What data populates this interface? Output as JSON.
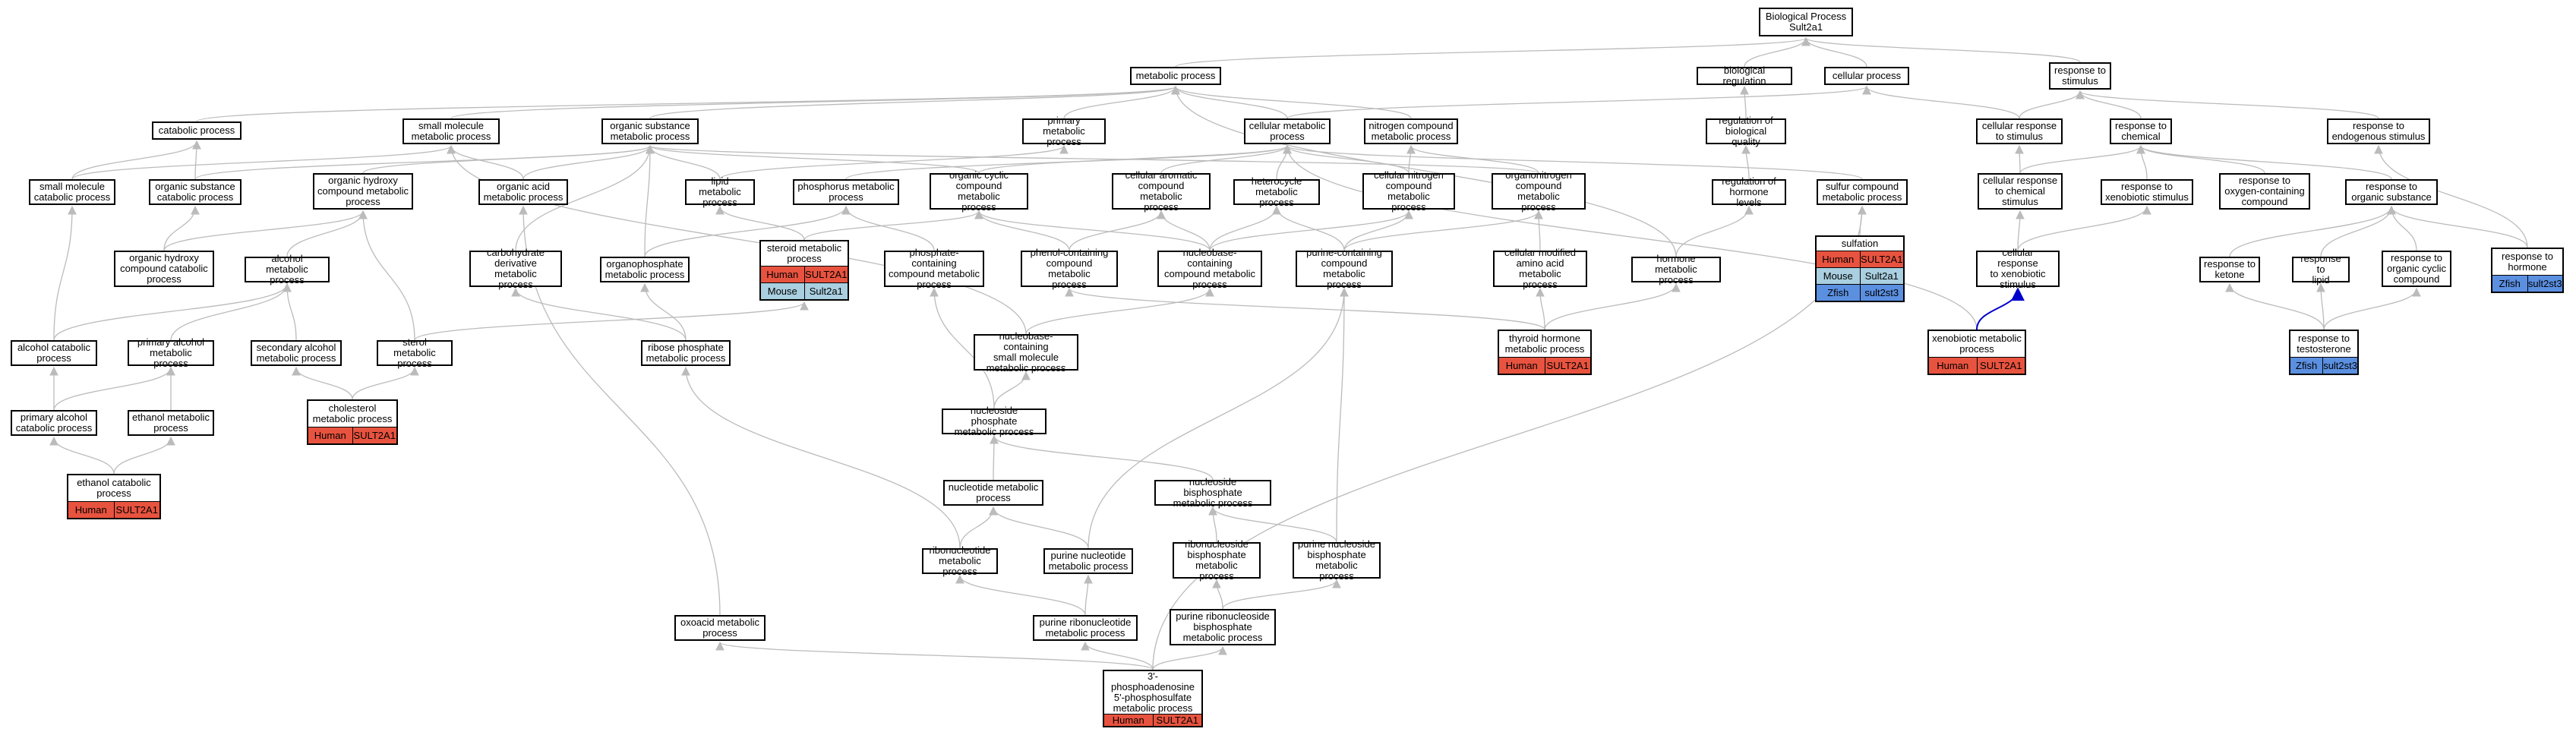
{
  "species_colors": {
    "Human": "#e8533f",
    "Mouse": "#a9cfe0",
    "Zfish": "#5b8fe0"
  },
  "edge_color": "#bbbbbb",
  "highlight_edge_color": "#0000cc",
  "nodes": [
    {
      "id": "bp",
      "label": "Biological Process\nSult2a1"
    },
    {
      "id": "metabolic",
      "label": "metabolic process"
    },
    {
      "id": "bioreg",
      "label": "biological regulation"
    },
    {
      "id": "cellular",
      "label": "cellular process"
    },
    {
      "id": "respstim",
      "label": "response to\nstimulus"
    },
    {
      "id": "catabolic",
      "label": "catabolic process"
    },
    {
      "id": "smallmol",
      "label": "small molecule\nmetabolic process"
    },
    {
      "id": "organsub",
      "label": "organic substance\nmetabolic process"
    },
    {
      "id": "primary",
      "label": "primary metabolic\nprocess"
    },
    {
      "id": "cellmet",
      "label": "cellular metabolic\nprocess"
    },
    {
      "id": "nitrogen",
      "label": "nitrogen compound\nmetabolic process"
    },
    {
      "id": "regbioq",
      "label": "regulation of\nbiological quality"
    },
    {
      "id": "cellresp",
      "label": "cellular response\nto stimulus"
    },
    {
      "id": "respchem",
      "label": "response to\nchemical"
    },
    {
      "id": "respendo",
      "label": "response to\nendogenous stimulus"
    },
    {
      "id": "smcat",
      "label": "small molecule\ncatabolic process"
    },
    {
      "id": "oscat",
      "label": "organic substance\ncatabolic process"
    },
    {
      "id": "orghydroxy",
      "label": "organic hydroxy\ncompound metabolic\nprocess"
    },
    {
      "id": "orgacid",
      "label": "organic acid\nmetabolic process"
    },
    {
      "id": "lipid",
      "label": "lipid metabolic\nprocess"
    },
    {
      "id": "phosphorus",
      "label": "phosphorus metabolic\nprocess"
    },
    {
      "id": "orgcyclic",
      "label": "organic cyclic\ncompound metabolic\nprocess"
    },
    {
      "id": "cellarom",
      "label": "cellular aromatic\ncompound metabolic\nprocess"
    },
    {
      "id": "heterocycle",
      "label": "heterocycle\nmetabolic process"
    },
    {
      "id": "cellnitro",
      "label": "cellular nitrogen\ncompound metabolic\nprocess"
    },
    {
      "id": "organonitro",
      "label": "organonitrogen\ncompound metabolic\nprocess"
    },
    {
      "id": "reghormone",
      "label": "regulation of\nhormone levels"
    },
    {
      "id": "sulfur",
      "label": "sulfur compound\nmetabolic process"
    },
    {
      "id": "cellrespchem",
      "label": "cellular response\nto chemical\nstimulus"
    },
    {
      "id": "respxeno",
      "label": "response to\nxenobiotic stimulus"
    },
    {
      "id": "respoxy",
      "label": "response to\noxygen-containing\ncompound"
    },
    {
      "id": "resporg",
      "label": "response to\norganic substance"
    },
    {
      "id": "orghydcat",
      "label": "organic hydroxy\ncompound catabolic\nprocess"
    },
    {
      "id": "alcohol",
      "label": "alcohol metabolic\nprocess"
    },
    {
      "id": "carbo",
      "label": "carbohydrate\nderivative metabolic\nprocess"
    },
    {
      "id": "organophos",
      "label": "organophosphate\nmetabolic process"
    },
    {
      "id": "phoscont",
      "label": "phosphate-containing\ncompound metabolic\nprocess"
    },
    {
      "id": "phenol",
      "label": "phenol-containing\ncompound metabolic\nprocess"
    },
    {
      "id": "nucleobase",
      "label": "nucleobase-containing\ncompound metabolic\nprocess"
    },
    {
      "id": "purinecont",
      "label": "purine-containing\ncompound metabolic\nprocess"
    },
    {
      "id": "cellmod",
      "label": "cellular modified\namino acid metabolic\nprocess"
    },
    {
      "id": "hormonemet",
      "label": "hormone metabolic\nprocess"
    },
    {
      "id": "cellrespxeno",
      "label": "cellular response\nto xenobiotic\nstimulus"
    },
    {
      "id": "respketone",
      "label": "response to\nketone"
    },
    {
      "id": "resplipid",
      "label": "response to\nlipid"
    },
    {
      "id": "resporgcyc",
      "label": "response to\norganic cyclic\ncompound"
    },
    {
      "id": "alccat",
      "label": "alcohol catabolic\nprocess"
    },
    {
      "id": "primalc",
      "label": "primary alcohol\nmetabolic process"
    },
    {
      "id": "secalc",
      "label": "secondary alcohol\nmetabolic process"
    },
    {
      "id": "sterol",
      "label": "sterol metabolic\nprocess"
    },
    {
      "id": "ribosephos",
      "label": "ribose phosphate\nmetabolic process"
    },
    {
      "id": "nbsmall",
      "label": "nucleobase-containing\nsmall molecule\nmetabolic process"
    },
    {
      "id": "primalccat",
      "label": "primary alcohol\ncatabolic process"
    },
    {
      "id": "ethanol",
      "label": "ethanol metabolic\nprocess"
    },
    {
      "id": "nucphos",
      "label": "nucleoside phosphate\nmetabolic process"
    },
    {
      "id": "nucleotide",
      "label": "nucleotide metabolic\nprocess"
    },
    {
      "id": "nucbisphos",
      "label": "nucleoside bisphosphate\nmetabolic process"
    },
    {
      "id": "ribonucleotide",
      "label": "ribonucleotide\nmetabolic process"
    },
    {
      "id": "purinenucl",
      "label": "purine nucleotide\nmetabolic process"
    },
    {
      "id": "ribobis",
      "label": "ribonucleoside\nbisphosphate\nmetabolic process"
    },
    {
      "id": "purinebis",
      "label": "purine nucleoside\nbisphosphate\nmetabolic process"
    },
    {
      "id": "oxoacid",
      "label": "oxoacid metabolic\nprocess"
    },
    {
      "id": "purineribo",
      "label": "purine ribonucleotide\nmetabolic process"
    },
    {
      "id": "purineribobis",
      "label": "purine ribonucleoside\nbisphosphate\nmetabolic process"
    }
  ],
  "annotated_nodes": [
    {
      "id": "steroid",
      "label": "steroid metabolic\nprocess",
      "rows": [
        [
          "Human",
          "SULT2A1"
        ],
        [
          "Mouse",
          "Sult2a1"
        ]
      ]
    },
    {
      "id": "sulfation",
      "label": "sulfation",
      "rows": [
        [
          "Human",
          "SULT2A1"
        ],
        [
          "Mouse",
          "Sult2a1"
        ],
        [
          "Zfish",
          "sult2st3"
        ]
      ]
    },
    {
      "id": "resphormone",
      "label": "response to\nhormone",
      "rows": [
        [
          "Zfish",
          "sult2st3"
        ]
      ]
    },
    {
      "id": "thyroid",
      "label": "thyroid hormone\nmetabolic process",
      "rows": [
        [
          "Human",
          "SULT2A1"
        ]
      ]
    },
    {
      "id": "xenobiotic",
      "label": "xenobiotic metabolic\nprocess",
      "rows": [
        [
          "Human",
          "SULT2A1"
        ]
      ]
    },
    {
      "id": "resptesto",
      "label": "response to\ntestosterone",
      "rows": [
        [
          "Zfish",
          "sult2st3"
        ]
      ]
    },
    {
      "id": "cholesterol",
      "label": "cholesterol\nmetabolic process",
      "rows": [
        [
          "Human",
          "SULT2A1"
        ]
      ]
    },
    {
      "id": "ethanolcat",
      "label": "ethanol catabolic\nprocess",
      "rows": [
        [
          "Human",
          "SULT2A1"
        ]
      ]
    },
    {
      "id": "papsmet",
      "label": "3'-phosphoadenosine\n5'-phosphosulfate\nmetabolic process",
      "rows": [
        [
          "Human",
          "SULT2A1"
        ]
      ]
    }
  ]
}
